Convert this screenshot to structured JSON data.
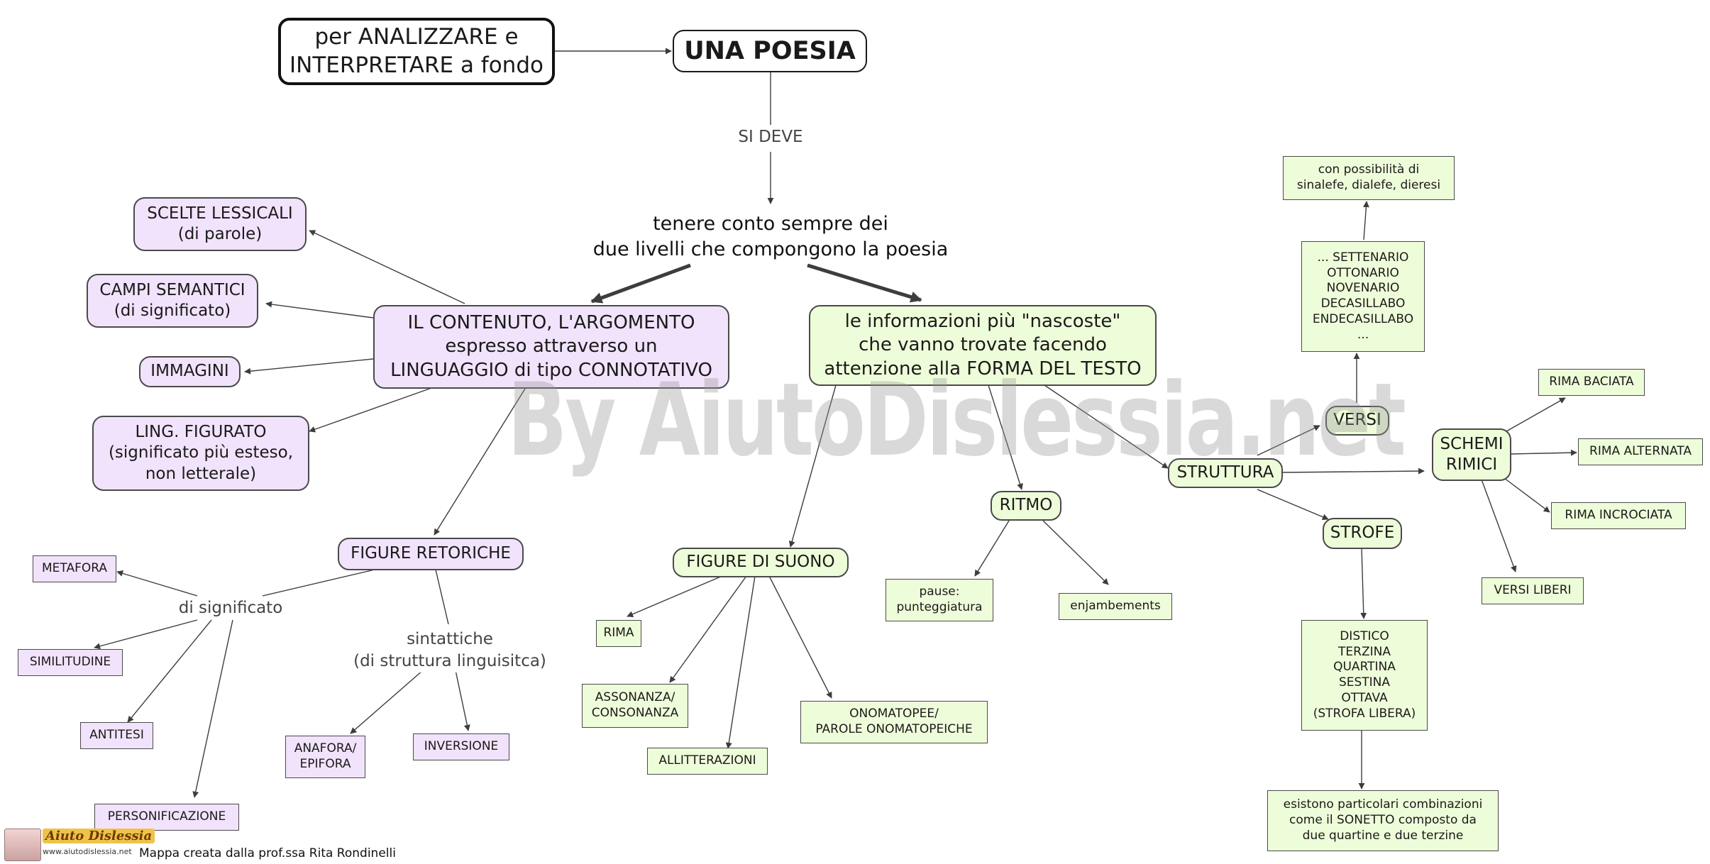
{
  "colors": {
    "purple": "#f1e3fb",
    "green": "#eefdd9",
    "line": "#3d3d3d",
    "border": "#4a4a4a"
  },
  "nodes": {
    "analyze": "per ANALIZZARE e\nINTERPRETARE a fondo",
    "poesia": "UNA POESIA",
    "si_deve": "SI DEVE",
    "tenere": "tenere conto sempre dei\ndue livelli che compongono la poesia",
    "contenuto": "IL CONTENUTO, L'ARGOMENTO\nespresso attraverso un\nLINGUAGGIO di tipo CONNOTATIVO",
    "scelte": "SCELTE LESSICALI\n(di parole)",
    "campi": "CAMPI SEMANTICI\n(di significato)",
    "immagini": "IMMAGINI",
    "ling_figurato": "LING. FIGURATO\n(significato più esteso,\nnon letterale)",
    "figure_retoriche": "FIGURE RETORICHE",
    "di_significato": "di significato",
    "sintattiche": "sintattiche\n(di struttura linguisitca)",
    "metafora": "METAFORA",
    "similitudine": "SIMILITUDINE",
    "antitesi": "ANTITESI",
    "personificazione": "PERSONIFICAZIONE",
    "anafora": "ANAFORA/\nEPIFORA",
    "inversione": "INVERSIONE",
    "informazioni": "le informazioni più \"nascoste\"\nche vanno trovate facendo\nattenzione alla FORMA DEL TESTO",
    "figure_suono": "FIGURE DI SUONO",
    "rima": "RIMA",
    "assonanza": "ASSONANZA/\nCONSONANZA",
    "allitterazioni": "ALLITTERAZIONI",
    "onomatopee": "ONOMATOPEE/\nPAROLE ONOMATOPEICHE",
    "ritmo": "RITMO",
    "pause": "pause:\npunteggiatura",
    "enjambements": "enjambements",
    "struttura": "STRUTTURA",
    "versi": "VERSI",
    "settenario": "... SETTENARIO\nOTTONARIO\nNOVENARIO\nDECASILLABO\nENDECASILLABO\n...",
    "sinalefe": "con possibilità di\nsinalefe, dialefe, dieresi",
    "strofe": "STROFE",
    "distico": "DISTICO\nTERZINA\nQUARTINA\nSESTINA\nOTTAVA\n(STROFA LIBERA)",
    "sonetto": "esistono particolari combinazioni\ncome il SONETTO composto da\ndue quartine e due terzine",
    "schemi": "SCHEMI\nRIMICI",
    "rima_baciata": "RIMA BACIATA",
    "rima_alternata": "RIMA ALTERNATA",
    "rima_incrociata": "RIMA INCROCIATA",
    "versi_liberi": "VERSI LIBERI"
  },
  "watermark": "By AiutoDislessia.net",
  "footer": {
    "logo_name": "Aiuto Dislessia",
    "logo_url": "www.aiutodislessia.net",
    "credit": "Mappa creata dalla prof.ssa Rita Rondinelli"
  }
}
